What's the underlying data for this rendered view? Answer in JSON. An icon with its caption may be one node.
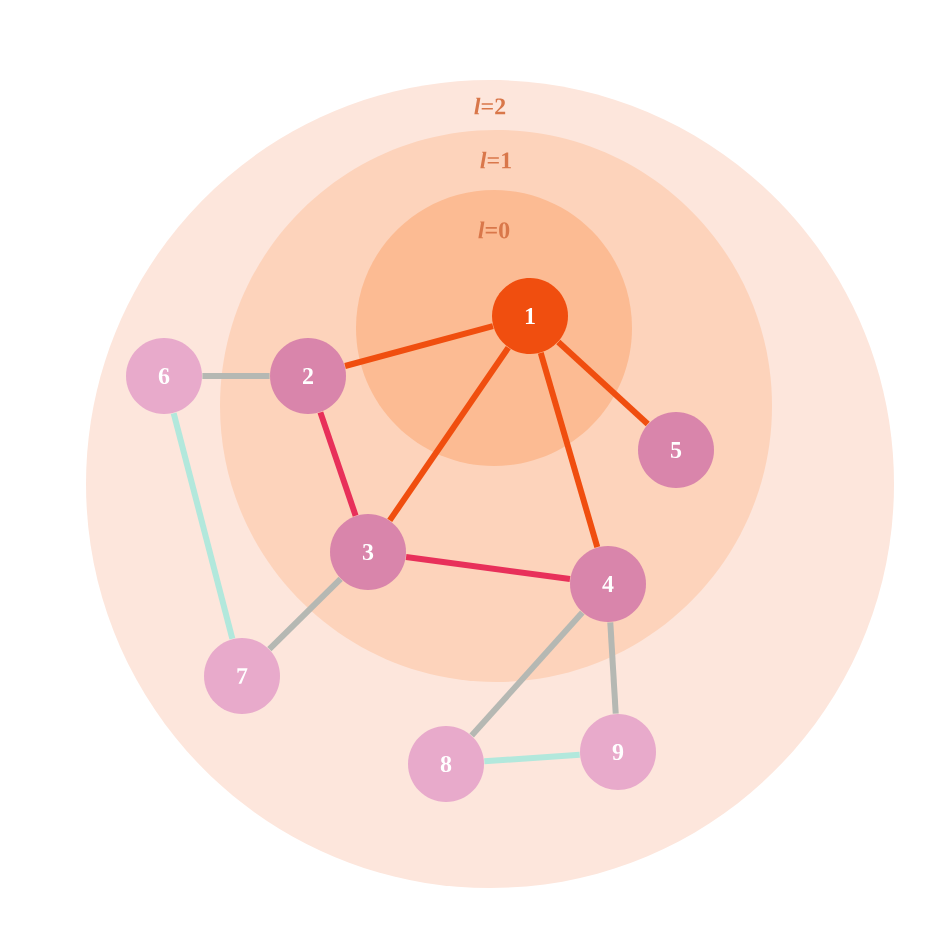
{
  "diagram": {
    "nodes": [
      {
        "text": [
          "*l*=2"
        ]
      },
      {
        "text": [
          "*l*=1"
        ],
        "in": 0
      },
      {
        "text": [
          "*l*=0"
        ],
        "in": 1
      },
      {
        "text": [
          "1"
        ],
        "in": 2
      },
      {
        "text": [
          "2"
        ],
        "in": 1
      },
      {
        "text": [
          "3"
        ],
        "in": 1
      },
      {
        "text": [
          "4"
        ],
        "in": 1
      },
      {
        "text": [
          "5"
        ],
        "in": 1
      },
      {
        "text": [
          "6"
        ],
        "in": 0
      },
      {
        "text": [
          "7"
        ],
        "in": 0
      },
      {
        "text": [
          "8"
        ],
        "in": 0
      },
      {
        "text": [
          "9"
        ],
        "in": 0
      }
    ],
    "edges": [
      {
        "from": 3,
        "to": 4,
        "arrow": "none",
        "color": "#f04e0f"
      },
      {
        "from": 3,
        "to": 5,
        "arrow": "none",
        "color": "#f04e0f"
      },
      {
        "from": 3,
        "to": 6,
        "arrow": "none",
        "color": "#f04e0f"
      },
      {
        "from": 3,
        "to": 7,
        "arrow": "none",
        "color": "#f04e0f"
      },
      {
        "from": 4,
        "to": 5,
        "arrow": "none",
        "color": "#e8305a"
      },
      {
        "from": 5,
        "to": 6,
        "arrow": "none",
        "color": "#e8305a"
      },
      {
        "from": 8,
        "to": 4,
        "arrow": "none",
        "color": "#b5b8b3"
      },
      {
        "from": 5,
        "to": 9,
        "arrow": "none",
        "color": "#b5b8b3"
      },
      {
        "from": 6,
        "to": 10,
        "arrow": "none",
        "color": "#b5b8b3"
      },
      {
        "from": 6,
        "to": 11,
        "arrow": "none",
        "color": "#b5b8b3"
      },
      {
        "from": 8,
        "to": 9,
        "arrow": "none",
        "color": "#b2e8dc"
      },
      {
        "from": 10,
        "to": 11,
        "arrow": "none",
        "color": "#b2e8dc"
      }
    ]
  }
}
